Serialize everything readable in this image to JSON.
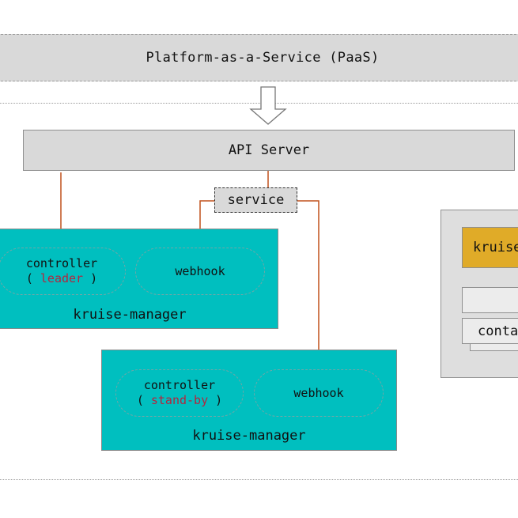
{
  "paas": {
    "label": "Platform-as-a-Service (PaaS)"
  },
  "api_server": {
    "label": "API Server"
  },
  "service": {
    "label": "service"
  },
  "kruise_manager_leader": {
    "controller_label": "controller",
    "role_open": "(",
    "role": "leader",
    "role_close": ")",
    "webhook_label": "webhook",
    "name": "kruise-manager"
  },
  "kruise_manager_standby": {
    "controller_label": "controller",
    "role_open": "(",
    "role": "stand-by",
    "role_close": ")",
    "webhook_label": "webhook",
    "name": "kruise-manager"
  },
  "right_panel": {
    "kruise_label": "kruise",
    "container_label": "container"
  },
  "colors": {
    "accent_teal": "#00bfbf",
    "arrow": "#c0501c",
    "role_text": "#b3263e",
    "kruise_box": "#e0ab28",
    "grey_box": "#d9d9d9"
  }
}
